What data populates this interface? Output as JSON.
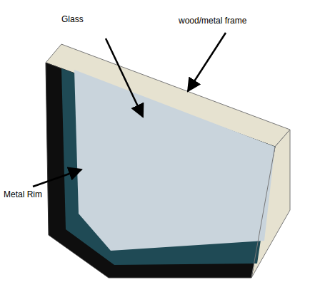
{
  "diagram": {
    "labels": [
      "Glass",
      "wood/metal frame",
      "Metal Rim"
    ]
  }
}
